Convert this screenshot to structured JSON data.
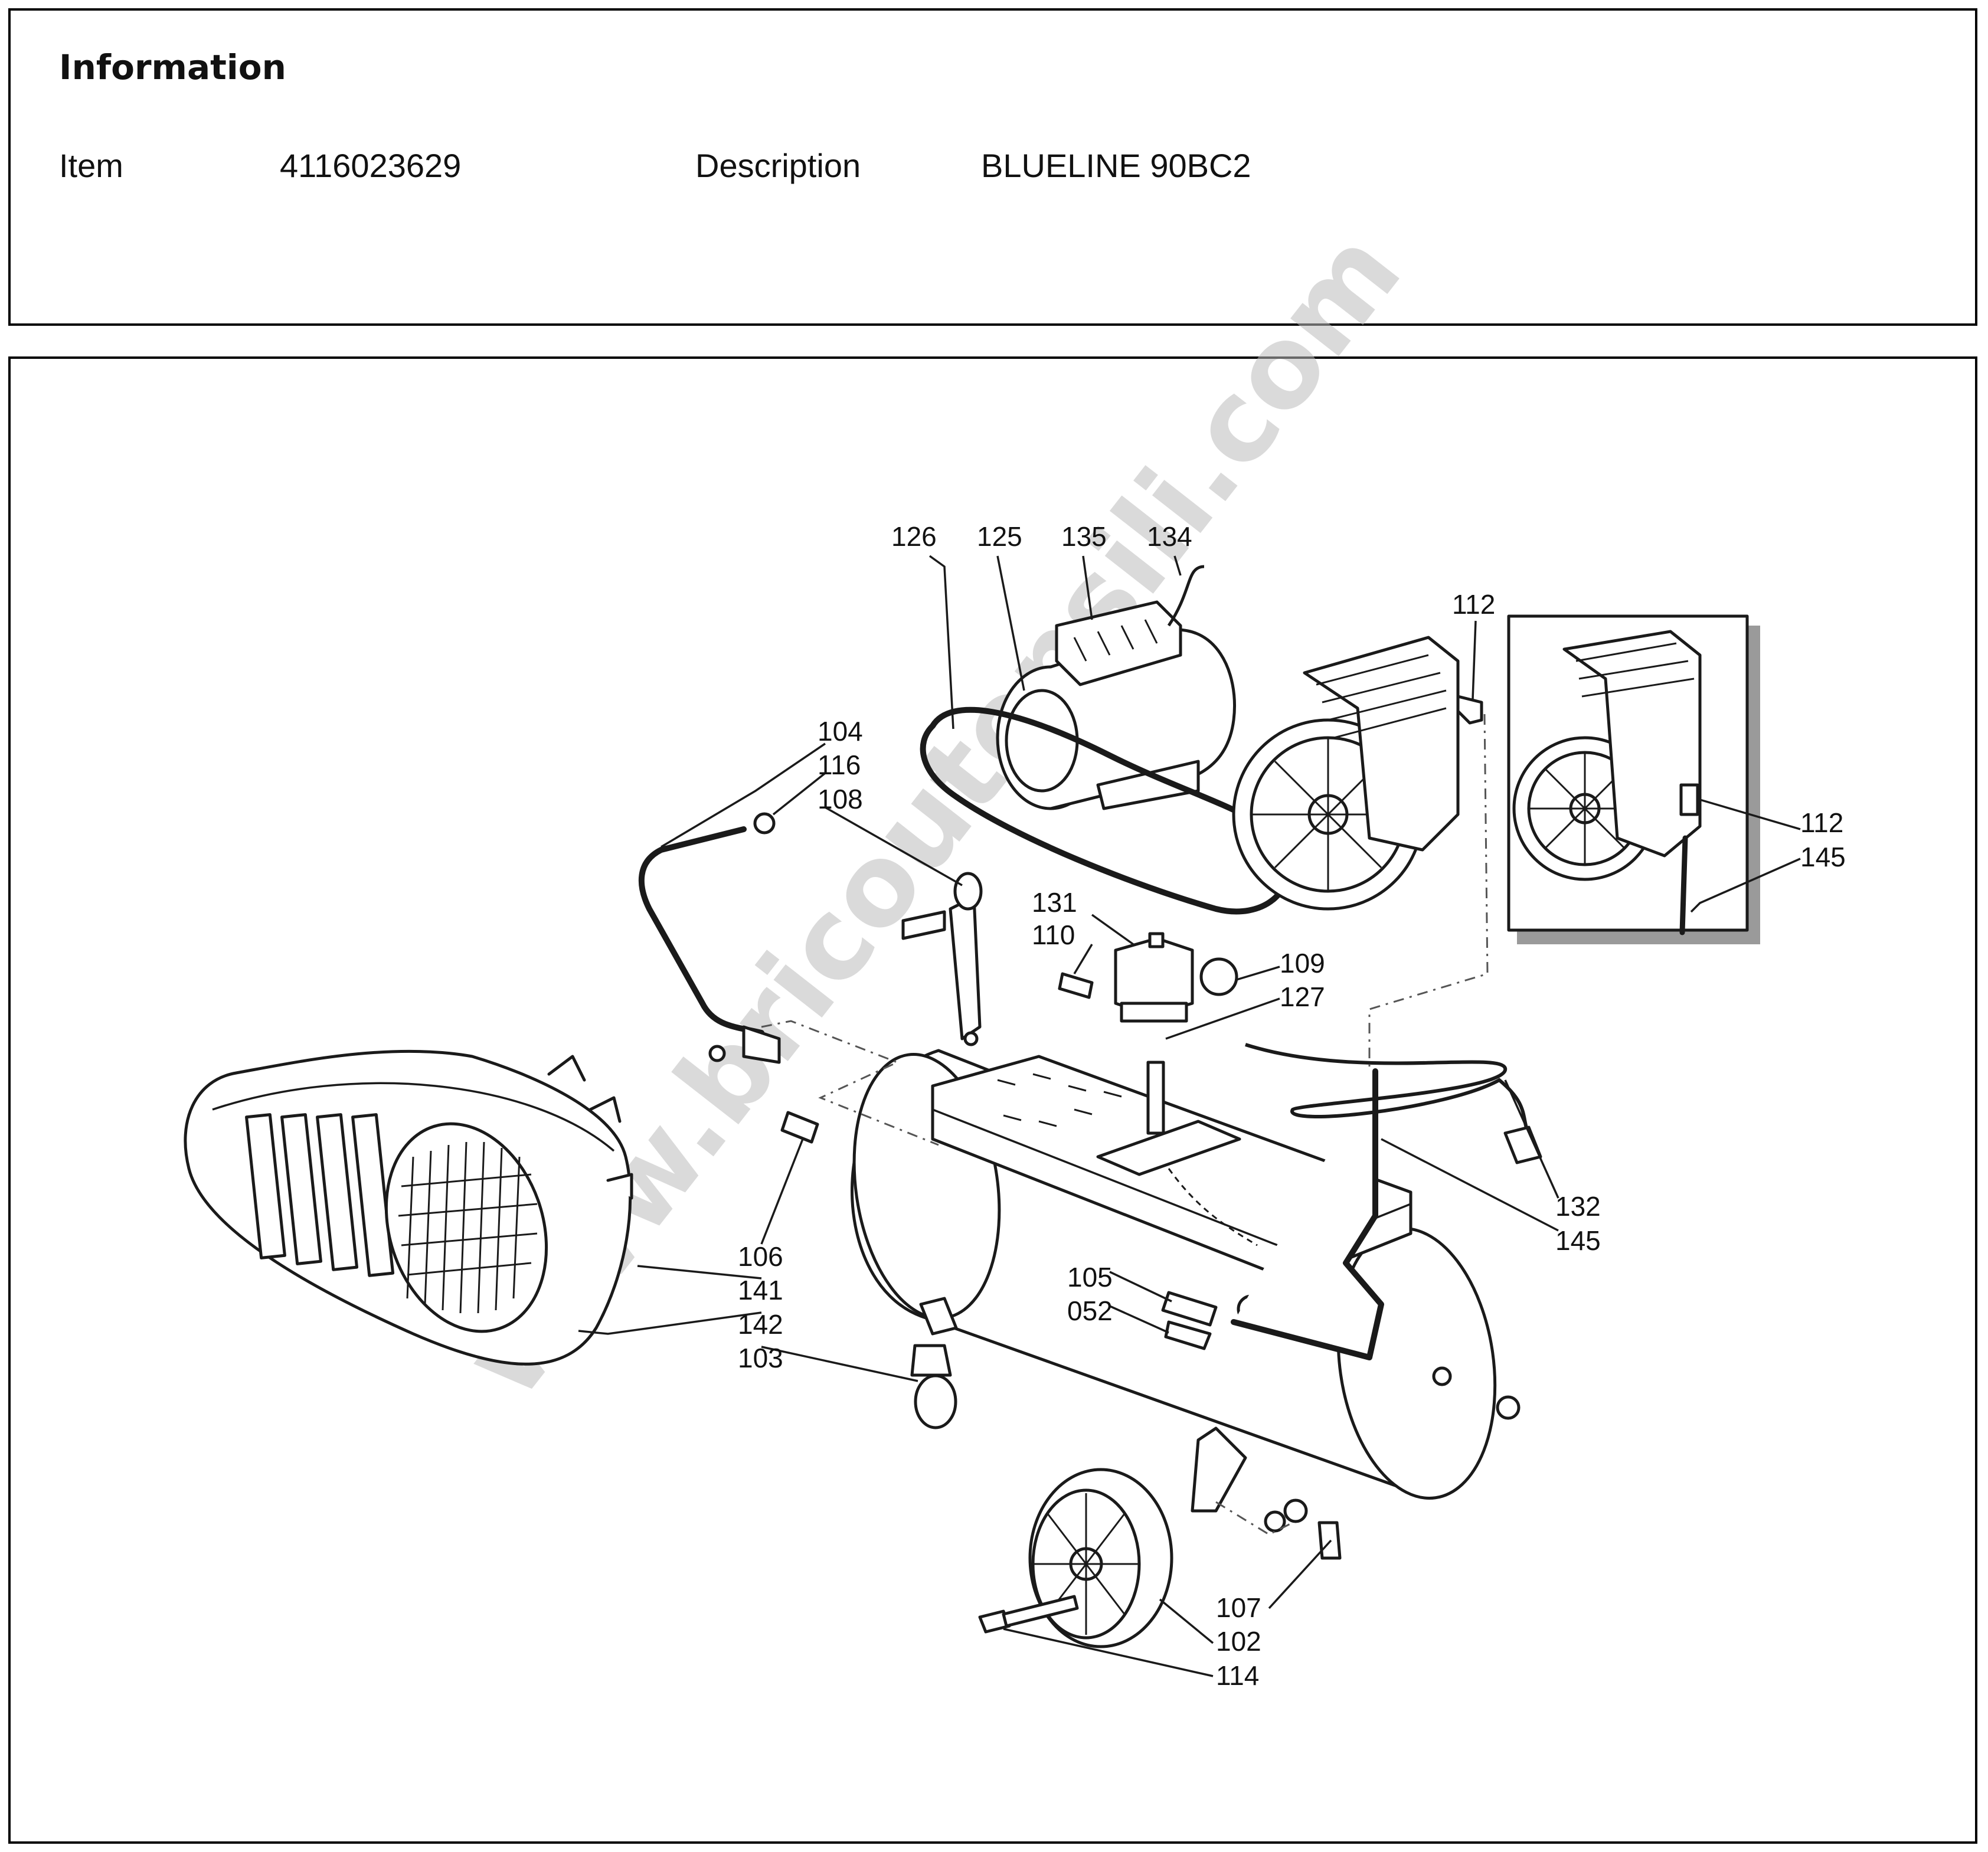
{
  "info": {
    "heading": "Information",
    "item_label": "Item",
    "item_value": "4116023629",
    "description_label": "Description",
    "description_value": "BLUELINE 90BC2"
  },
  "diagram": {
    "watermark": "www.bricoutensili.com",
    "callouts": {
      "c126": "126",
      "c125": "125",
      "c135": "135",
      "c134": "134",
      "c112_top": "112",
      "c104": "104",
      "c116": "116",
      "c108": "108",
      "c131": "131",
      "c110": "110",
      "c109": "109",
      "c127": "127",
      "c112_inset": "112",
      "c145_inset": "145",
      "c132": "132",
      "c145": "145",
      "c106": "106",
      "c141": "141",
      "c142": "142",
      "c103": "103",
      "c105": "105",
      "c052": "052",
      "c107": "107",
      "c102": "102",
      "c114": "114"
    }
  }
}
